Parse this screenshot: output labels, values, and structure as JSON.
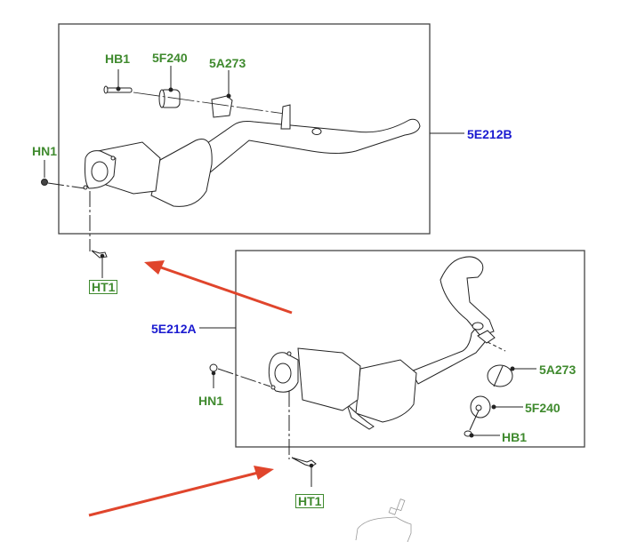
{
  "diagram": {
    "title": "Exhaust catalytic converter parts diagram",
    "colors": {
      "part_label": "#3f8a2e",
      "assembly_label": "#1a1ad0",
      "annotation_arrow": "#e0452c",
      "line": "#222222"
    },
    "upper_panel": {
      "assembly_label": "5E212B",
      "labels": {
        "hb1": "HB1",
        "f240": "5F240",
        "a273": "5A273",
        "hn1": "HN1",
        "ht1": "HT1"
      }
    },
    "lower_panel": {
      "assembly_label": "5E212A",
      "labels": {
        "a273": "5A273",
        "f240": "5F240",
        "hb1": "HB1",
        "hn1": "HN1",
        "ht1": "HT1"
      }
    },
    "annotations": [
      {
        "type": "arrow",
        "points_to": "upper HT1 sensor"
      },
      {
        "type": "arrow",
        "points_to": "lower HT1 sensor"
      }
    ]
  }
}
